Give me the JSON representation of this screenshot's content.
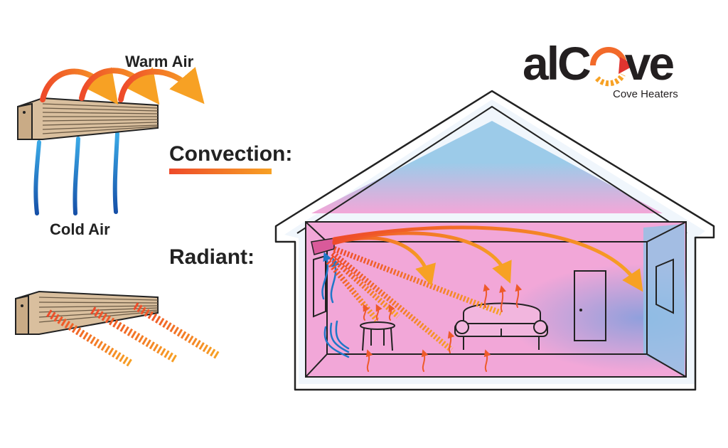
{
  "labels": {
    "warm_air": "Warm Air",
    "cold_air": "Cold Air",
    "convection": "Convection:",
    "radiant": "Radiant:"
  },
  "logo": {
    "word_left": "alC",
    "word_right": "ve",
    "subtitle": "Cove Heaters"
  },
  "colors": {
    "warm": "#f26a2a",
    "warm_light": "#f7a124",
    "cold": "#1f77c8",
    "room_warm": "#f2a7d8",
    "room_cool": "#8fc3e6",
    "heater": "#d9bf9e",
    "outline": "#222222"
  }
}
